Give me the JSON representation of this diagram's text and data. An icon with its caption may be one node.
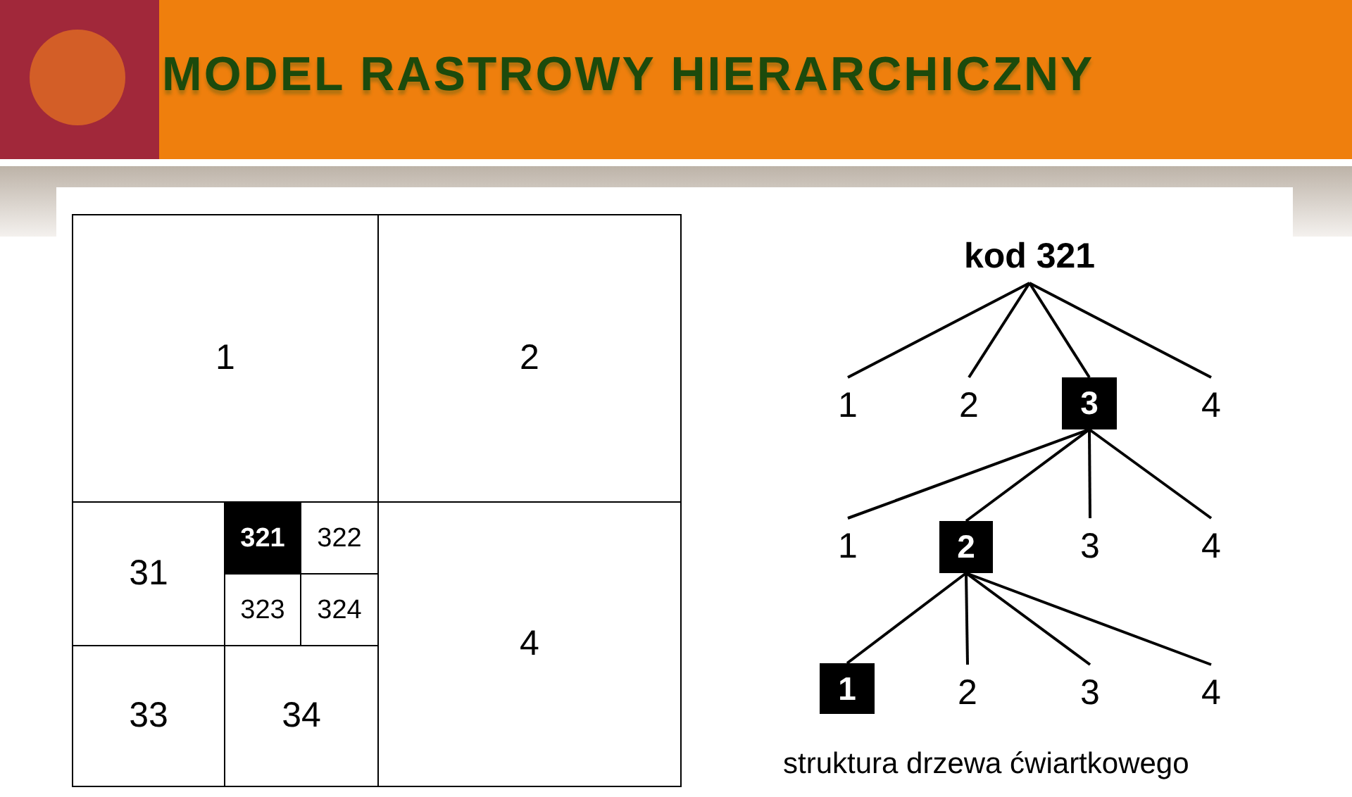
{
  "diagram": {
    "title": "MODEL RASTROWY HIERARCHICZNY",
    "caption": "struktura drzewa ćwiartkowego",
    "nodes": [
      {
        "text": [
          "1"
        ]
      },
      {
        "text": [
          "2"
        ]
      },
      {
        "text": [
          "31"
        ]
      },
      {
        "text": [
          "321"
        ]
      },
      {
        "text": [
          "322"
        ]
      },
      {
        "text": [
          "323"
        ]
      },
      {
        "text": [
          "324"
        ]
      },
      {
        "text": [
          "33"
        ]
      },
      {
        "text": [
          "34"
        ]
      },
      {
        "text": [
          "4"
        ]
      },
      {
        "text": [
          "kod 321"
        ]
      },
      {
        "text": [
          "1"
        ]
      },
      {
        "text": [
          "2"
        ]
      },
      {
        "text": [
          "3"
        ]
      },
      {
        "text": [
          "4"
        ]
      },
      {
        "text": [
          "1"
        ]
      },
      {
        "text": [
          "2"
        ]
      },
      {
        "text": [
          "3"
        ]
      },
      {
        "text": [
          "4"
        ]
      },
      {
        "text": [
          "1"
        ]
      },
      {
        "text": [
          "2"
        ]
      },
      {
        "text": [
          "3"
        ]
      },
      {
        "text": [
          "4"
        ]
      }
    ],
    "edges": [
      {
        "from": 10,
        "to": 11,
        "arrow": "none"
      },
      {
        "from": 10,
        "to": 12,
        "arrow": "none"
      },
      {
        "from": 10,
        "to": 13,
        "arrow": "none"
      },
      {
        "from": 10,
        "to": 14,
        "arrow": "none"
      },
      {
        "from": 13,
        "to": 15,
        "arrow": "none"
      },
      {
        "from": 13,
        "to": 16,
        "arrow": "none"
      },
      {
        "from": 13,
        "to": 17,
        "arrow": "none"
      },
      {
        "from": 13,
        "to": 18,
        "arrow": "none"
      },
      {
        "from": 16,
        "to": 19,
        "arrow": "none"
      },
      {
        "from": 16,
        "to": 20,
        "arrow": "none"
      },
      {
        "from": 16,
        "to": 21,
        "arrow": "none"
      },
      {
        "from": 16,
        "to": 22,
        "arrow": "none"
      }
    ]
  }
}
